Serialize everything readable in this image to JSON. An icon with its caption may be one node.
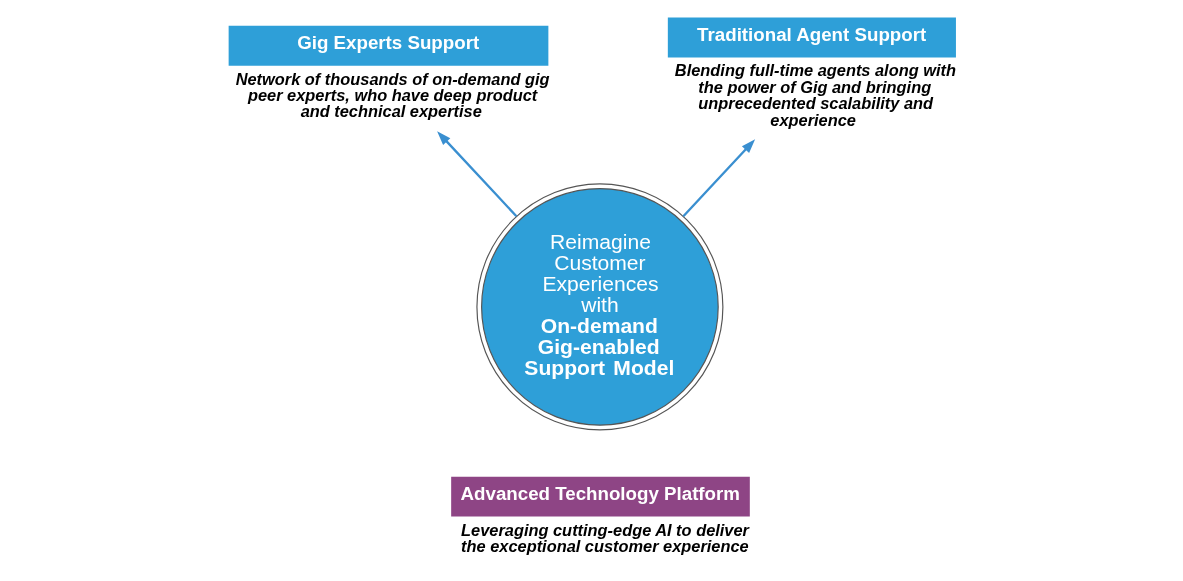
{
  "diagram": {
    "nodes": [
      {
        "text": [
          "Reimagine Customer Experiences with **On-demand Gig-enabled Support Model**"
        ]
      },
      {
        "text": [
          "Gig Experts Support"
        ],
        "beside": [
          "Network of thousands of on-demand gig peer experts, who have deep product and technical expertise"
        ]
      },
      {
        "text": [
          "Traditional Agent Support"
        ],
        "beside": [
          "Blending full-time agents along with the power of Gig and bringing unprecedented scalability and experience"
        ]
      },
      {
        "text": [
          "Advanced Technology Platform"
        ],
        "beside": [
          "Leveraging cutting-edge AI to deliver the exceptional customer experience"
        ]
      }
    ],
    "edges": [
      {
        "from": 0,
        "to": 1,
        "arrow": "to"
      },
      {
        "from": 0,
        "to": 2,
        "arrow": "to"
      }
    ]
  }
}
